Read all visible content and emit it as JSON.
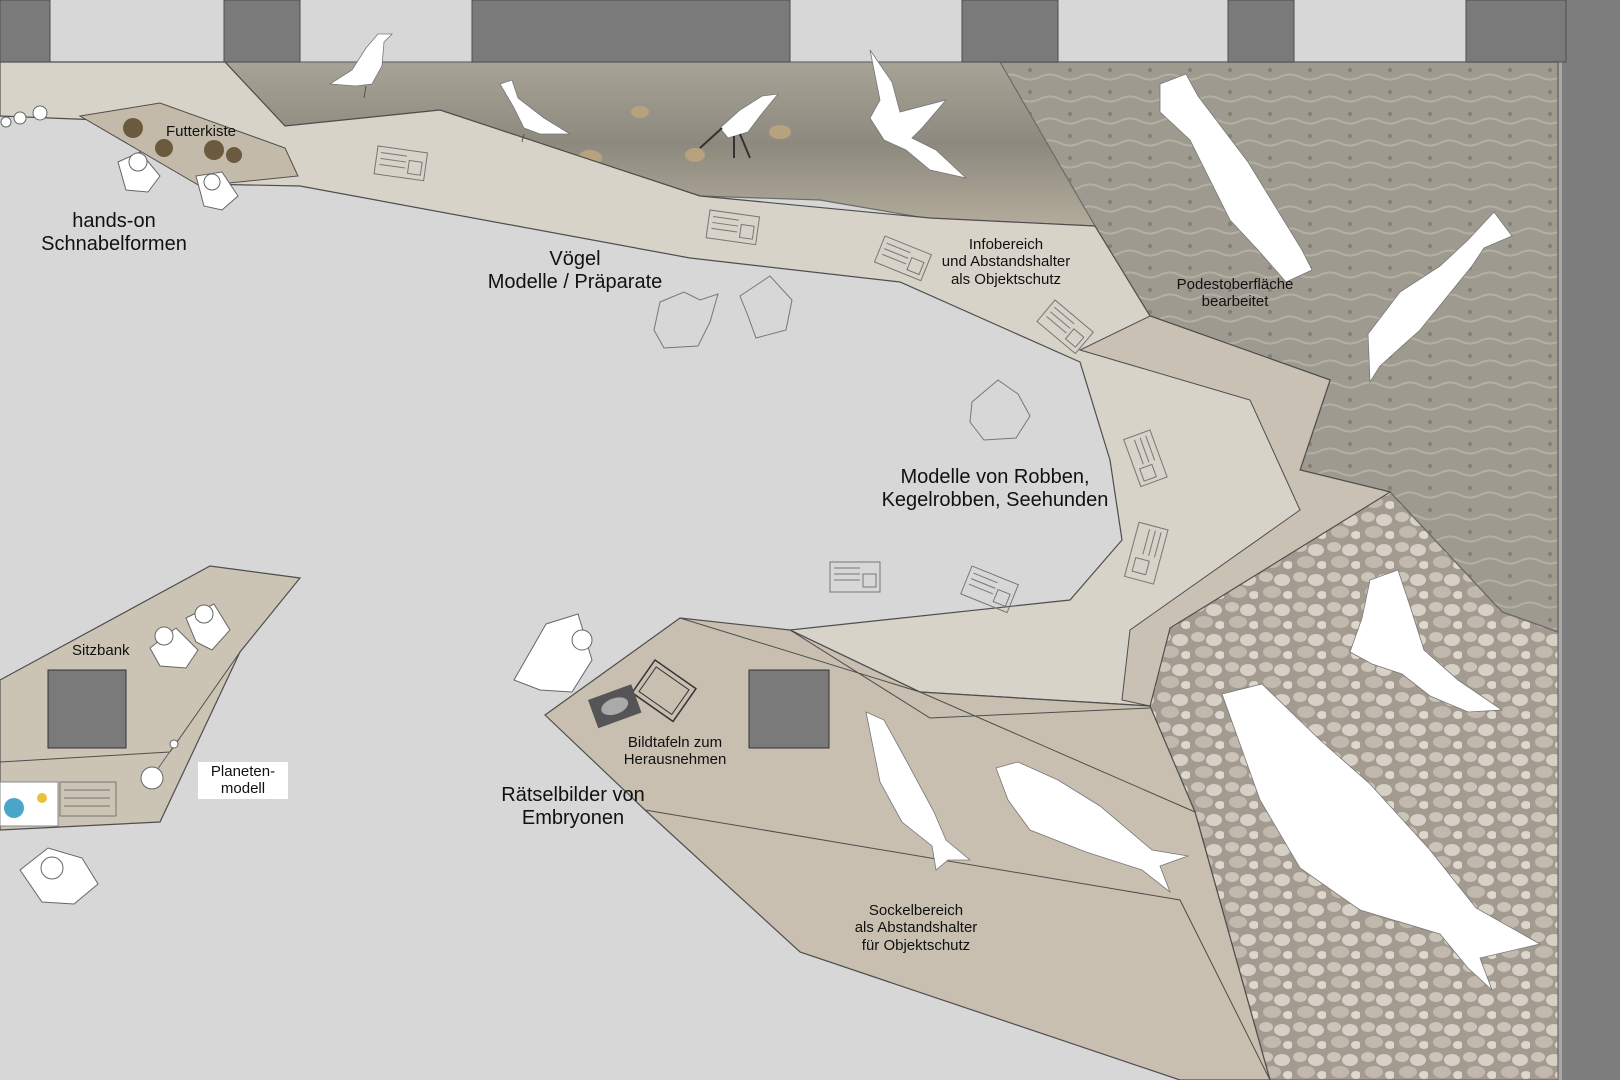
{
  "labels": {
    "futterkiste": "Futterkiste",
    "hands_on": "hands-on\nSchnabelformen",
    "voegel": "Vögel\nModelle / Präparate",
    "infobereich": "Infobereich\nund Abstandshalter\nals Objektschutz",
    "podest": "Podestoberfläche\nbearbeitet",
    "robben": "Modelle von Robben,\nKegelrobben, Seehunden",
    "sitzbank": "Sitzbank",
    "planeten": "Planeten-\nmodell",
    "bildtafeln": "Bildtafeln zum\nHerausnehmen",
    "raetsel": "Rätselbilder von\nEmbryonen",
    "sockel": "Sockelbereich\nals Abstandshalter\nfür Objektschutz"
  },
  "colors": {
    "floor": "#d7d7d7",
    "platform": "#d1cbbf",
    "platform_dark": "#c2b9a9",
    "walkway": "#d9d4ca",
    "column": "#7a7a7a",
    "wall": "#7d7d7d",
    "water": "#9d9a90",
    "gravel": "#b5ada2"
  },
  "icons": [
    "seagull-icon",
    "wader-bird-icon",
    "gliding-bird-icon",
    "seal-icon",
    "person-icon",
    "info-panel-icon"
  ]
}
